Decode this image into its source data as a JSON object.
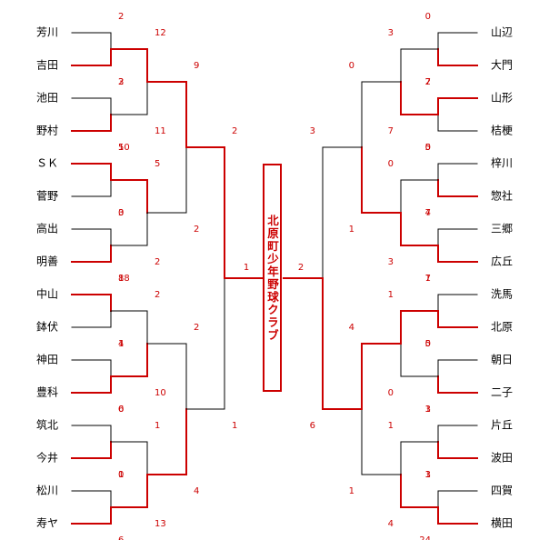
{
  "champion": "北原町少年野球クラブ",
  "colors": {
    "win": "#cc0000",
    "loss": "#000000"
  },
  "left": {
    "teams": [
      "芳川",
      "吉田",
      "池田",
      "野村",
      "ＳＫ",
      "菅野",
      "高出",
      "明善",
      "中山",
      "鉢伏",
      "神田",
      "豊科",
      "筑北",
      "今井",
      "松川",
      "寿ヤ"
    ],
    "r1": [
      [
        2,
        3
      ],
      [
        2,
        5
      ],
      [
        10,
        3
      ],
      [
        0,
        18
      ],
      [
        8,
        4
      ],
      [
        1,
        6
      ],
      [
        0,
        1
      ],
      [
        0,
        6
      ]
    ],
    "r2": [
      [
        12,
        11
      ],
      [
        5,
        2
      ],
      [
        2,
        10
      ],
      [
        1,
        13
      ]
    ],
    "r3": [
      [
        9,
        2
      ],
      [
        2,
        4
      ]
    ],
    "sf": [
      2,
      1
    ],
    "final": 1
  },
  "right": {
    "teams": [
      "山辺",
      "大門",
      "山形",
      "桔梗",
      "梓川",
      "惣社",
      "三郷",
      "広丘",
      "洗馬",
      "北原",
      "朝日",
      "二子",
      "片丘",
      "波田",
      "四賀",
      "横田"
    ],
    "r1": [
      [
        0,
        2
      ],
      [
        7,
        5
      ],
      [
        0,
        7
      ],
      [
        4,
        7
      ],
      [
        1,
        5
      ],
      [
        0,
        3
      ],
      [
        1,
        3
      ],
      [
        1,
        24
      ]
    ],
    "r2": [
      [
        3,
        7
      ],
      [
        0,
        3
      ],
      [
        1,
        0
      ],
      [
        1,
        4
      ]
    ],
    "r3": [
      [
        0,
        1
      ],
      [
        4,
        1
      ]
    ],
    "sf": [
      3,
      6
    ],
    "final": 2
  }
}
